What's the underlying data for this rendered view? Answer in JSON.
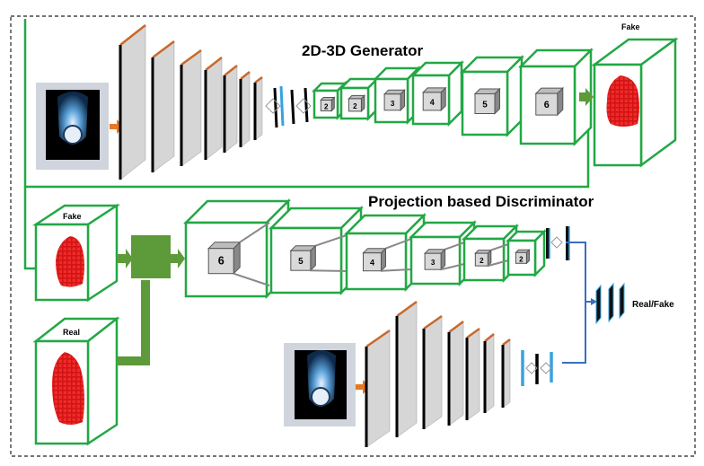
{
  "generator": {
    "title": "2D-3D Generator",
    "fake_label": "Fake",
    "cube_labels": [
      "2",
      "2",
      "3",
      "4",
      "5",
      "6"
    ]
  },
  "discriminator": {
    "title": "Projection based Discriminator",
    "fake_label": "Fake",
    "real_label": "Real",
    "cube_labels": [
      "6",
      "5",
      "4",
      "3",
      "2",
      "2"
    ],
    "output_label": "Real/Fake"
  },
  "colors": {
    "cube_edge": "#22a845",
    "merge_block": "#5d9a3a",
    "arrow_orange": "#e87722",
    "arrow_blue": "#3a6fc0",
    "layer_face": "#d6d6d6",
    "layer_top": "#c8692c",
    "voxel_red": "#e01818"
  },
  "icons": [
    "input-image-thumbnail",
    "red-voxel-shape",
    "merge-block-icon"
  ]
}
